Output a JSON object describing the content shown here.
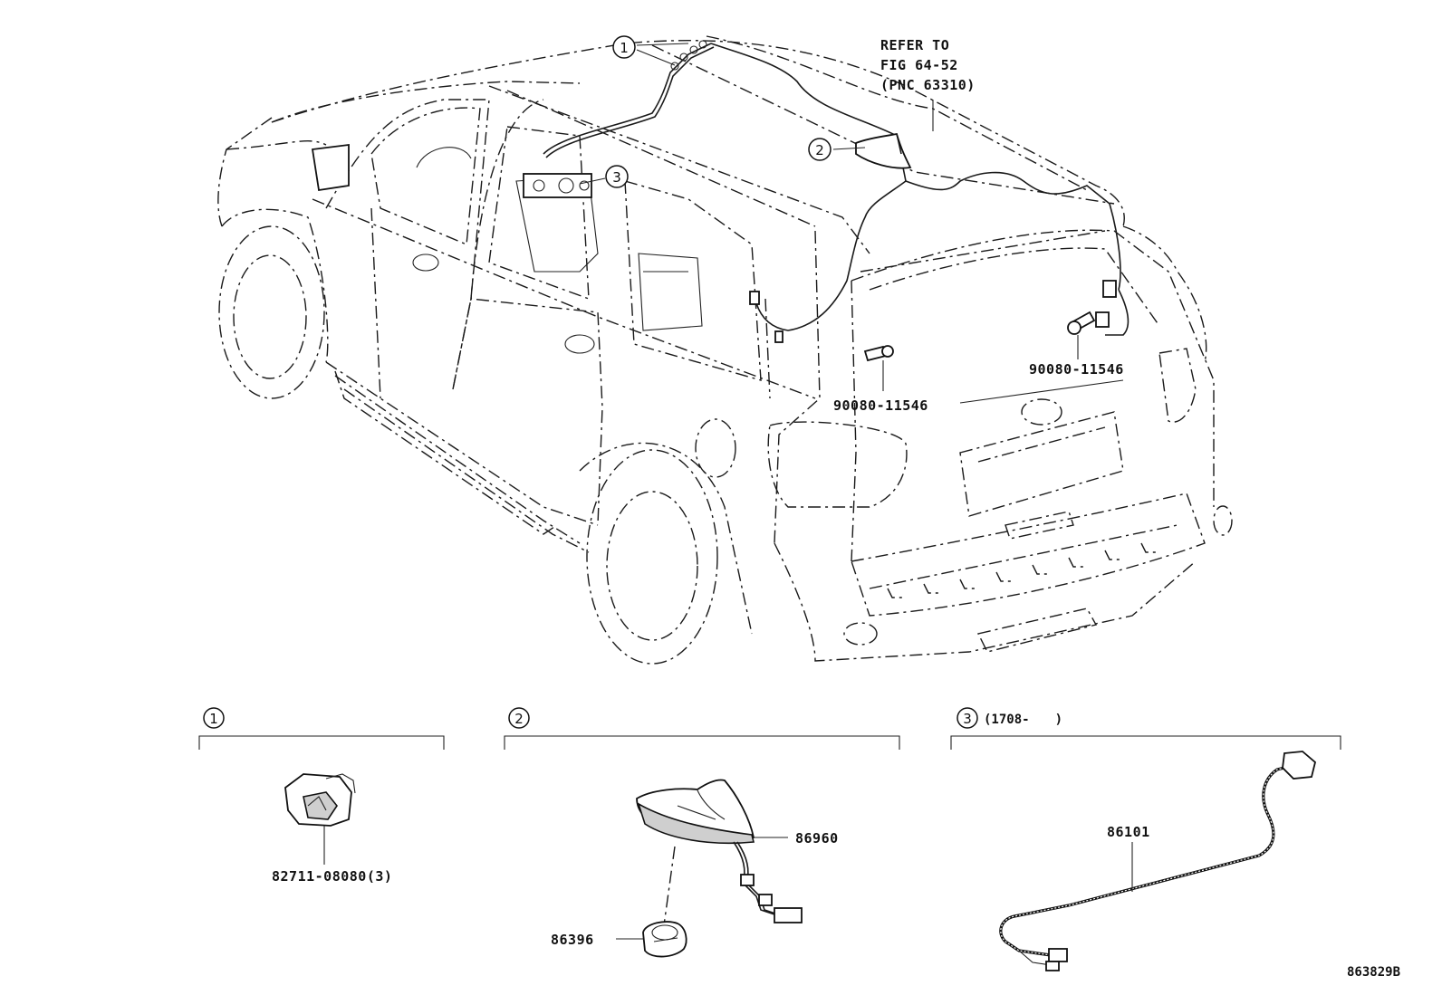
{
  "callouts": {
    "c1": "1",
    "c2": "2",
    "c3": "3"
  },
  "refer_note": {
    "line1": "REFER TO",
    "line2": "FIG 64-52",
    "line3": "(PNC 63310)"
  },
  "parts": {
    "bolt_left": "90080-11546",
    "bolt_right": "90080-11546",
    "clamp": "82711-08080(3)",
    "antenna": "86960",
    "pad": "86396",
    "cable": "86101"
  },
  "groups": {
    "g1": {
      "number": "1"
    },
    "g2": {
      "number": "2"
    },
    "g3": {
      "number": "3",
      "date_range": "(1708-　　)"
    }
  },
  "figure_id": "863829B"
}
